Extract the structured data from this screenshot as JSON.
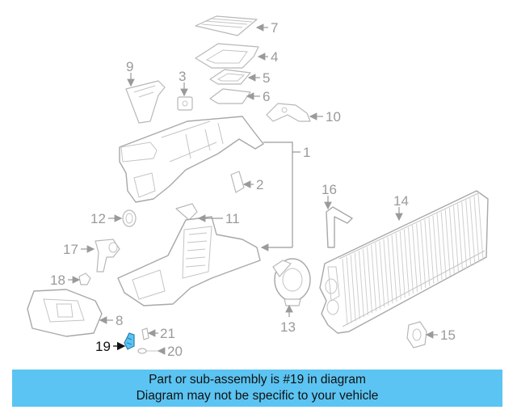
{
  "callouts": {
    "c1": "1",
    "c2": "2",
    "c3": "3",
    "c4": "4",
    "c5": "5",
    "c6": "6",
    "c7": "7",
    "c8": "8",
    "c9": "9",
    "c10": "10",
    "c11": "11",
    "c12": "12",
    "c13": "13",
    "c14": "14",
    "c15": "15",
    "c16": "16",
    "c17": "17",
    "c18": "18",
    "c19": "19",
    "c20": "20",
    "c21": "21"
  },
  "highlighted_part": "19",
  "highlight_color": "#5bc4f2",
  "banner": {
    "line1": "Part or sub-assembly is #19 in diagram",
    "line2": "Diagram may not be specific to your vehicle",
    "background": "#5bc4f2"
  }
}
